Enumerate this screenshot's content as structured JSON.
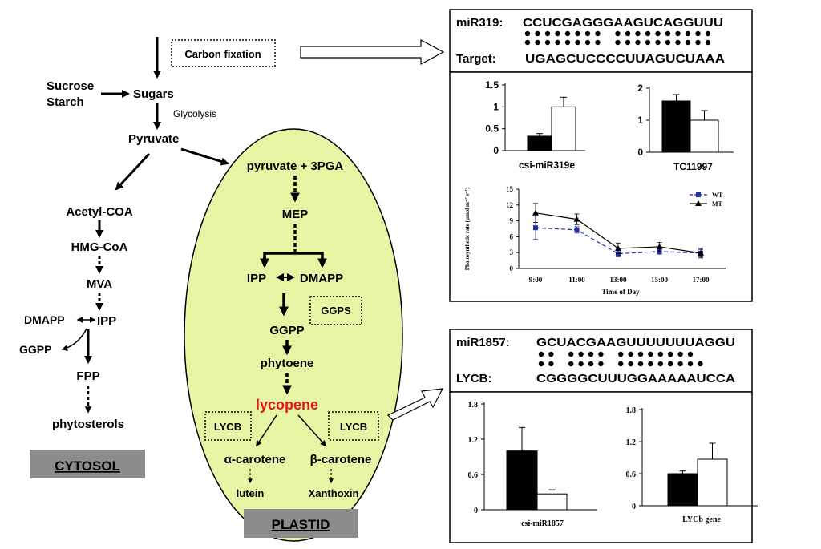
{
  "pathway": {
    "carbon_fixation": "Carbon fixation",
    "sucrose": "Sucrose",
    "starch": "Starch",
    "sugars": "Sugars",
    "glycolysis": "Glycolysis",
    "pyruvate": "Pyruvate",
    "cytosol": {
      "acetyl_coa": "Acetyl-COA",
      "hmg_coa": "HMG-CoA",
      "mva": "MVA",
      "dmapp": "DMAPP",
      "ipp": "IPP",
      "ggpp": "GGPP",
      "fpp": "FPP",
      "phytosterols": "phytosterols",
      "compartment_label": "CYTOSOL"
    },
    "plastid": {
      "pyruvate_3pga": "pyruvate + 3PGA",
      "mep": "MEP",
      "ipp": "IPP",
      "dmapp": "DMAPP",
      "ggps": "GGPS",
      "ggpp": "GGPP",
      "phytoene": "phytoene",
      "lycopene": "lycopene",
      "lycb_left": "LYCB",
      "lycb_right": "LYCB",
      "alpha_carotene": "α-carotene",
      "beta_carotene": "β-carotene",
      "lutein": "lutein",
      "xanthoxin": "Xanthoxin",
      "compartment_label": "PLASTID"
    },
    "colors": {
      "plastid_fill": "#e6f5a3",
      "lycopene": "#e8141e",
      "label_box": "#8c8c8c"
    }
  },
  "mir319_panel": {
    "mirna_label": "miR319:",
    "mirna_seq": "CCUCGAGGGAAGUCAGGUUU",
    "match_dots": "●●●●●●●● ●●●●●●●●●●",
    "target_label": "Target:",
    "target_seq": "UGAGCUCCCCUUAGUCUAAA"
  },
  "mir1857_panel": {
    "mirna_label": "miR1857:",
    "mirna_seq": "GCUACGAAGUUUUUUUAGGU",
    "match_dots": "●● ●●●● ●●●●●●●●",
    "match_dots_row2": "●● ●●●● ●●●●●●●●●",
    "target_label": "LYCB:",
    "target_seq": "CGGGGCUUUGGAAAAAUCCA"
  },
  "chart_data": [
    {
      "type": "bar",
      "categories": [
        "",
        ""
      ],
      "values": [
        0.33,
        1.0
      ],
      "errors": [
        0.06,
        0.22
      ],
      "fills": [
        "#000000",
        "#ffffff"
      ],
      "ylim": [
        0,
        1.5
      ],
      "yticks": [
        "0",
        "0.5",
        "1",
        "1.5"
      ],
      "xlabel": "csi-miR319e"
    },
    {
      "type": "bar",
      "categories": [
        "",
        ""
      ],
      "values": [
        1.6,
        1.0
      ],
      "errors": [
        0.2,
        0.3
      ],
      "fills": [
        "#000000",
        "#ffffff"
      ],
      "ylim": [
        0,
        2
      ],
      "yticks": [
        "0",
        "1",
        "2"
      ],
      "xlabel": "TC11997"
    },
    {
      "type": "line",
      "x": [
        "9:00",
        "11:00",
        "13:00",
        "15:00",
        "17:00"
      ],
      "series": [
        {
          "name": "WT",
          "values": [
            7.7,
            7.3,
            2.8,
            3.2,
            2.9
          ],
          "errors": [
            2.2,
            0.6,
            0.6,
            0.5,
            0.7
          ],
          "color": "#1f2fa0",
          "marker": "square",
          "dashed": true
        },
        {
          "name": "MT",
          "values": [
            10.5,
            9.3,
            3.8,
            4.1,
            2.9
          ],
          "errors": [
            1.8,
            1.0,
            1.0,
            0.8,
            0.9
          ],
          "color": "#000000",
          "marker": "triangle",
          "dashed": false
        }
      ],
      "ylim": [
        0,
        15
      ],
      "yticks": [
        "0",
        "3",
        "6",
        "9",
        "12",
        "15"
      ],
      "xlabel": "Time of Day",
      "ylabel": "Photosynthetic rate (μmol m⁻² s⁻¹)"
    },
    {
      "type": "bar",
      "categories": [
        "",
        ""
      ],
      "values": [
        1.0,
        0.27
      ],
      "errors": [
        0.4,
        0.07
      ],
      "fills": [
        "#000000",
        "#ffffff"
      ],
      "ylim": [
        0,
        1.8
      ],
      "yticks": [
        "0",
        "0.6",
        "1.2",
        "1.8"
      ],
      "xlabel": "csi-miR1857"
    },
    {
      "type": "bar",
      "categories": [
        "",
        ""
      ],
      "values": [
        0.6,
        0.87
      ],
      "errors": [
        0.05,
        0.3
      ],
      "fills": [
        "#000000",
        "#ffffff"
      ],
      "ylim": [
        0,
        1.8
      ],
      "yticks": [
        "0",
        "0.6",
        "1.2",
        "1.8"
      ],
      "xlabel": "LYCb gene"
    }
  ]
}
